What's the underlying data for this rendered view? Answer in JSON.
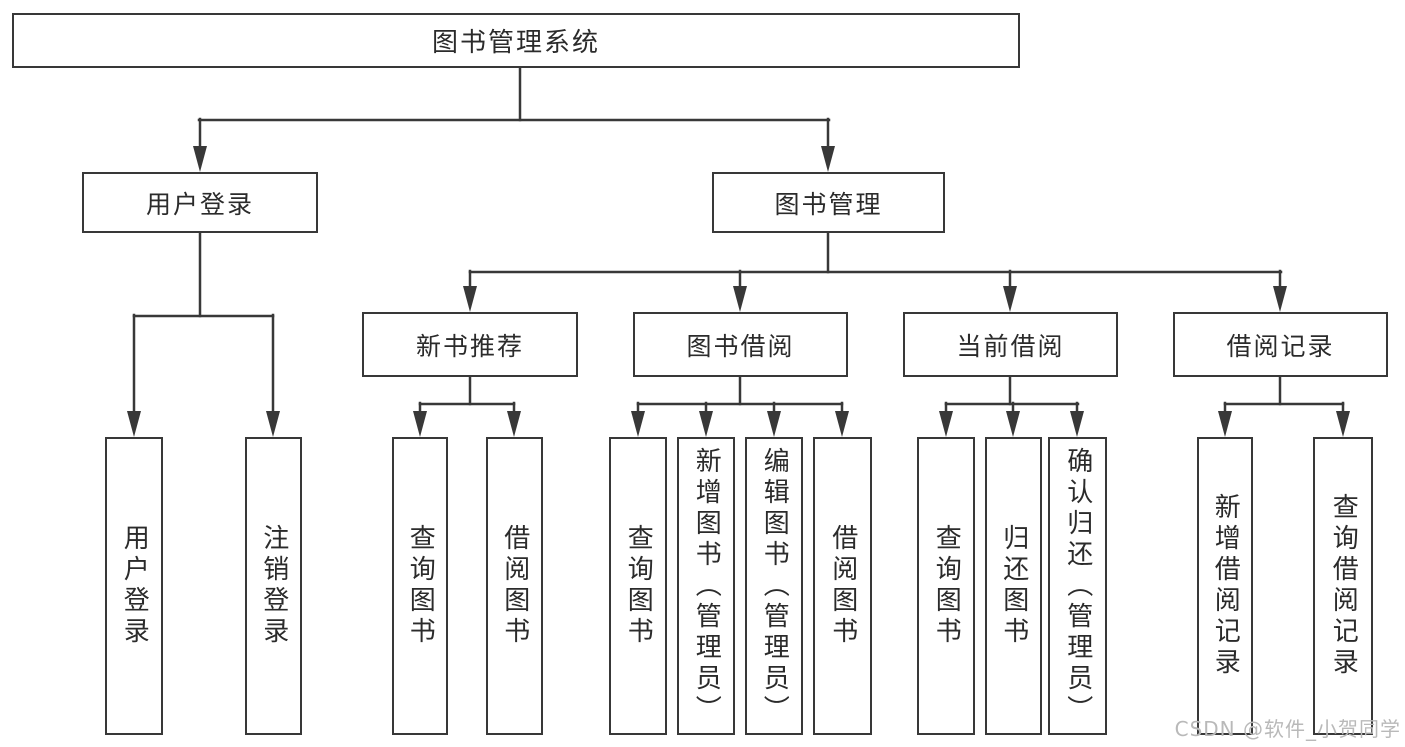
{
  "colors": {
    "line": "#383838",
    "box_border": "#383838",
    "text": "#2b2b2b",
    "background": "#ffffff",
    "watermark": "#b9b9b9"
  },
  "watermark": {
    "text": "CSDN @软件_小贺同学"
  },
  "tree": {
    "label": "图书管理系统",
    "children": [
      {
        "label": "用户登录",
        "children": [
          {
            "label": "用户登录"
          },
          {
            "label": "注销登录"
          }
        ]
      },
      {
        "label": "图书管理",
        "children": [
          {
            "label": "新书推荐",
            "children": [
              {
                "label": "查询图书"
              },
              {
                "label": "借阅图书"
              }
            ]
          },
          {
            "label": "图书借阅",
            "children": [
              {
                "label": "查询图书"
              },
              {
                "label": "新增图书（管理员）"
              },
              {
                "label": "编辑图书（管理员）"
              },
              {
                "label": "借阅图书"
              }
            ]
          },
          {
            "label": "当前借阅",
            "children": [
              {
                "label": "查询图书"
              },
              {
                "label": "归还图书"
              },
              {
                "label": "确认归还（管理员）"
              }
            ]
          },
          {
            "label": "借阅记录",
            "children": [
              {
                "label": "新增借阅记录"
              },
              {
                "label": "查询借阅记录"
              }
            ]
          }
        ]
      }
    ]
  }
}
